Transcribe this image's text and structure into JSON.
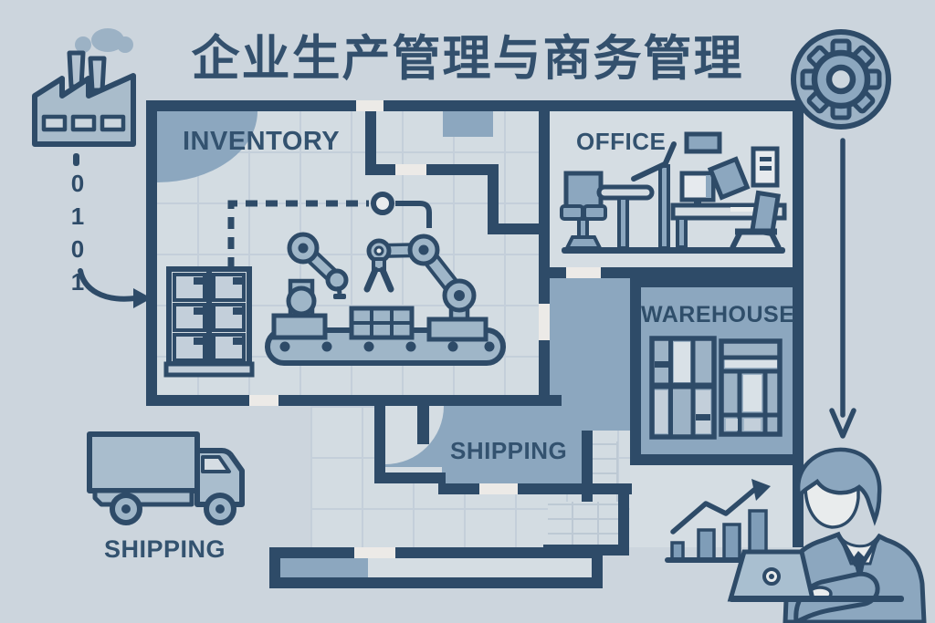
{
  "title": "企业生产管理与商务管理",
  "colors": {
    "page_bg": "#ccd5dd",
    "outline_dark": "#2e4b68",
    "medium_fill": "#8ca7bf",
    "floor_light": "#d3dce2",
    "grid_line": "#c4cfda",
    "door_gap": "#eceae7",
    "machine_fill": "#9fb6c8",
    "face_light": "#e9eced"
  },
  "left_margin": {
    "data_stream": "0101"
  },
  "floor_plan": {
    "rooms": {
      "inventory": {
        "label": "INVENTORY"
      },
      "office": {
        "label": "OFFICE"
      },
      "warehouse": {
        "label": "WAREHOUSE"
      },
      "shipping": {
        "label": "SHIPPING"
      }
    }
  },
  "bottom_left": {
    "caption": "SHIPPING"
  },
  "icons": {
    "factory": "factory-icon",
    "smoke": "smoke-icon",
    "gear": "gear-icon",
    "down_arrow": "down-arrow-icon",
    "curved_arrow": "curved-arrow-icon",
    "data_stream": "binary-data-stream",
    "shelf": "storage-shelf-icon",
    "robot_arms": "robot-arm-icon",
    "conveyor": "conveyor-belt-icon",
    "path_node": "process-path-node",
    "office_furniture": "office-desk-icon",
    "warehouse_racks": "warehouse-rack-icon",
    "truck": "delivery-truck-icon",
    "businessman": "businessman-laptop-icon",
    "growth_chart": "growth-chart-icon"
  }
}
